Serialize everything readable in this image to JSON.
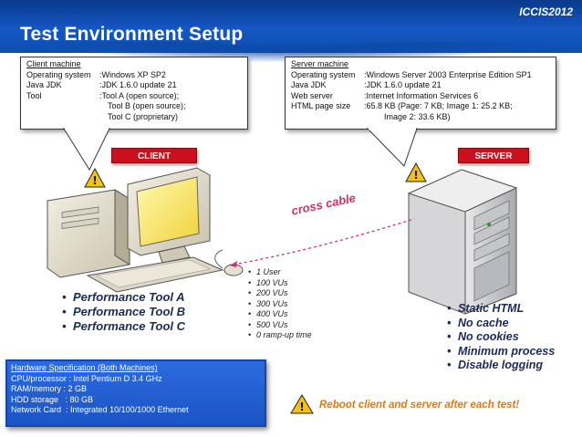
{
  "header": {
    "conference": "ICCIS2012",
    "title": "Test Environment Setup"
  },
  "client_callout": {
    "heading": "Client machine",
    "rows": [
      {
        "key": "Operating system",
        "sep": " : ",
        "value": "Windows XP SP2"
      },
      {
        "key": "Java JDK",
        "sep": " : ",
        "value": "JDK 1.6.0 update 21"
      },
      {
        "key": "Tool",
        "sep": " : ",
        "value": "Tool A (open source);"
      },
      {
        "key": "",
        "sep": "",
        "value": "Tool B (open source);"
      },
      {
        "key": "",
        "sep": "",
        "value": "Tool C (proprietary)"
      }
    ]
  },
  "server_callout": {
    "heading": "Server machine",
    "rows": [
      {
        "key": "Operating system",
        "sep": " : ",
        "value": "Windows Server 2003 Enterprise  Edition SP1"
      },
      {
        "key": "Java JDK",
        "sep": " : ",
        "value": "JDK 1.6.0 update 21"
      },
      {
        "key": "Web server",
        "sep": " : ",
        "value": "Internet Information Services 6"
      },
      {
        "key": "HTML page size",
        "sep": " : ",
        "value": "65.8 KB (Page: 7 KB; Image 1:  25.2 KB;"
      },
      {
        "key": "",
        "sep": "",
        "value": "Image 2: 33.6 KB)"
      }
    ]
  },
  "labels": {
    "client": "CLIENT",
    "server": "SERVER",
    "cable": "cross cable",
    "warning": "!"
  },
  "client_tools": [
    "Performance Tool A",
    "Performance Tool B",
    "Performance Tool C"
  ],
  "load_settings": [
    "1 User",
    "100 VUs",
    "200 VUs",
    "300 VUs",
    "400 VUs",
    "500 VUs",
    "0 ramp-up time"
  ],
  "server_settings": [
    "Static HTML",
    "No cache",
    "No cookies",
    "Minimum process",
    "Disable logging"
  ],
  "hardware": {
    "heading": "Hardware Specification (Both Machines)",
    "rows": [
      {
        "key": "CPU/processor",
        "sep": " : ",
        "value": "Intel Pentium D 3.4 GHz"
      },
      {
        "key": "RAM/memory",
        "sep": " : ",
        "value": "2 GB"
      },
      {
        "key": "HDD storage",
        "sep": "   : ",
        "value": "80 GB"
      },
      {
        "key": "Network Card",
        "sep": "  : ",
        "value": "Integrated 10/100/1000 Ethernet"
      }
    ]
  },
  "reboot_note": "Reboot client and server after each test!",
  "colors": {
    "header_blue": "#1457c4",
    "tag_red": "#c8111d",
    "warning_yellow": "#f4c20d",
    "reboot_orange": "#e07a10",
    "cable_pink": "#d0306a"
  }
}
